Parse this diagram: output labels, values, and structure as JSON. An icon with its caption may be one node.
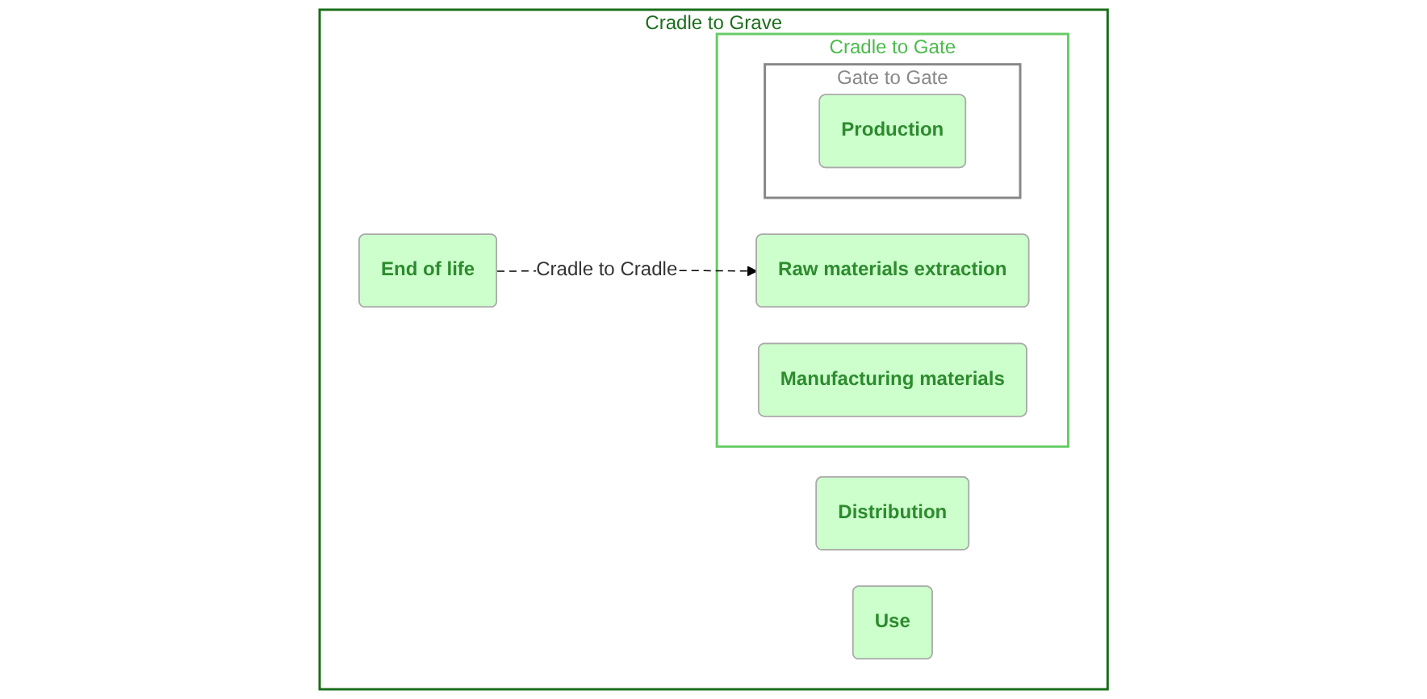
{
  "diagram": {
    "nodes": [
      {
        "text": [
          "Cradle to Grave"
        ]
      },
      {
        "text": [
          "Cradle to Gate"
        ],
        "in": 0
      },
      {
        "text": [
          "Raw materials extraction"
        ],
        "in": 1
      },
      {
        "text": [
          "Manufacturing materials"
        ],
        "in": 1
      },
      {
        "text": [
          "Gate to Gate"
        ],
        "in": 1
      },
      {
        "text": [
          "Production"
        ],
        "in": 4
      },
      {
        "text": [
          "Distribution"
        ],
        "in": 0
      },
      {
        "text": [
          "Use"
        ],
        "in": 0
      },
      {
        "text": [
          "End of life"
        ],
        "in": 0
      }
    ],
    "edges": [
      {
        "from": 8,
        "to": 2,
        "arrow": "to",
        "style": "dashed",
        "label": "Cradle to Cradle"
      }
    ]
  }
}
